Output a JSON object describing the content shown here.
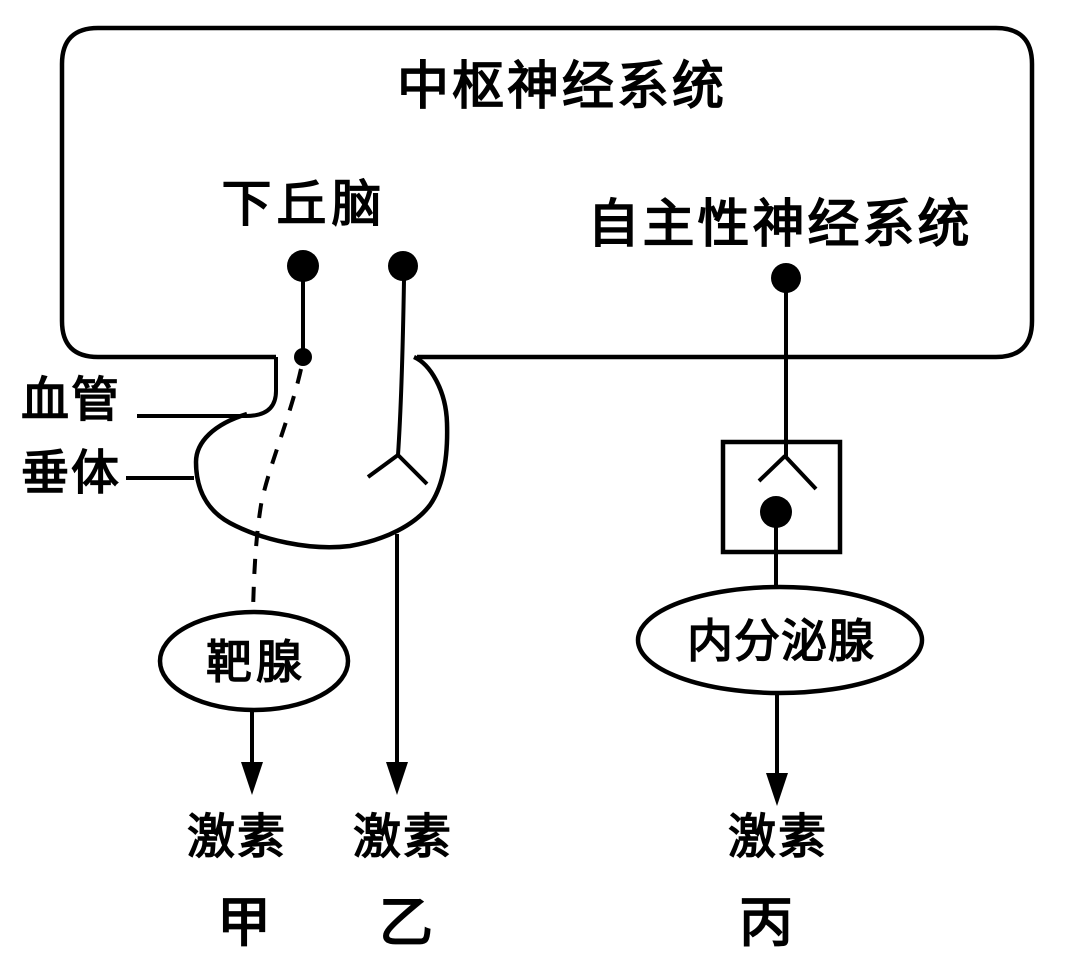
{
  "figure": {
    "background_color": "#ffffff",
    "line_color": "#000000",
    "cns_title": "中枢神经系统",
    "hypothalamus_label": "下丘脑",
    "autonomic_ns_label": "自主性神经系统",
    "blood_vessel_label": "血管",
    "pituitary_label": "垂体",
    "target_gland_label": "靶腺",
    "endocrine_gland_label": "内分泌腺",
    "hormones": [
      {
        "line1": "激素",
        "line2": "甲"
      },
      {
        "line1": "激素",
        "line2": "乙"
      },
      {
        "line1": "激素",
        "line2": "丙"
      }
    ]
  }
}
